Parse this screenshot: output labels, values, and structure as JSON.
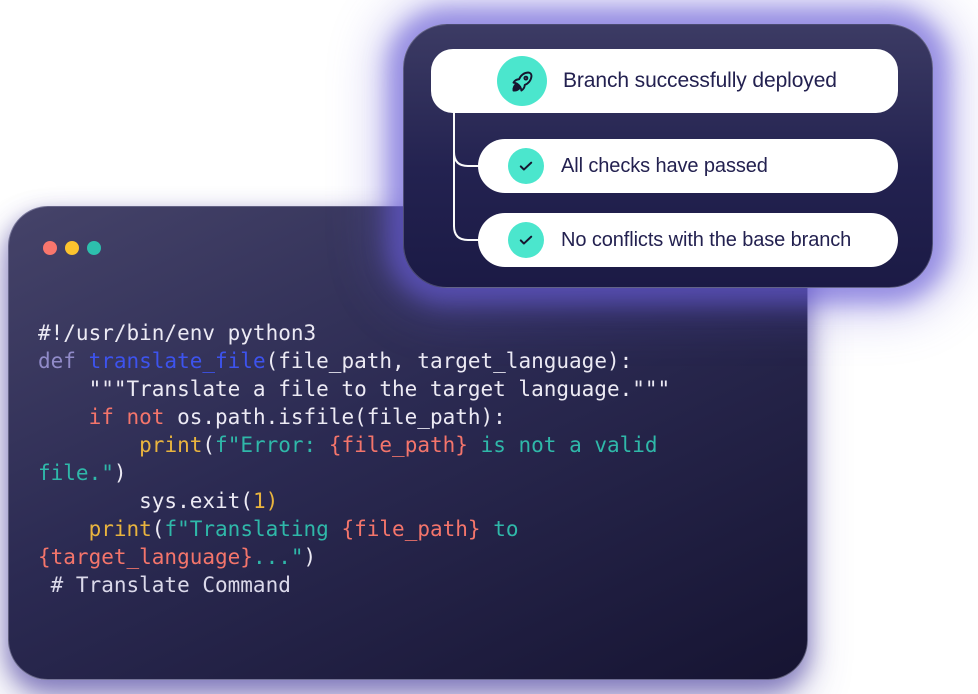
{
  "page": {
    "background": "#ffffff"
  },
  "status_panel": {
    "cards": [
      {
        "label": "Branch successfully deployed",
        "icon": "rocket-icon"
      },
      {
        "label": "All checks have passed",
        "icon": "check-icon"
      },
      {
        "label": "No conflicts with the base branch",
        "icon": "check-icon"
      }
    ],
    "colors": {
      "panel_top": "#3c3b64",
      "panel_bottom": "#1b1a45",
      "glow": "#685cd6",
      "card_bg": "#ffffff",
      "card_text": "#232150",
      "icon_bg": "#4be6cd",
      "icon_glyph": "#17152f",
      "connector": "#fafafa"
    }
  },
  "editor": {
    "traffic_lights": [
      {
        "name": "close",
        "color": "#f8766d"
      },
      {
        "name": "minimize",
        "color": "#fcc32e"
      },
      {
        "name": "zoom",
        "color": "#2dbfad"
      }
    ],
    "window_colors": {
      "top": "#454369",
      "mid": "#2b2a52",
      "bottom": "#161432"
    },
    "syntax_palette": {
      "plain": "#eceaf4",
      "keyword_def": "#918bc9",
      "function_name": "#3d53ee",
      "keyword_flow": "#f4756b",
      "builtin": "#e9b43e",
      "string": "#2fb8a9",
      "interpolation": "#f4756b",
      "number": "#e9b43e",
      "comment": "#dbd9ea"
    },
    "code_lines": [
      [
        {
          "t": "#!/usr/bin/env python3",
          "c": "plain"
        }
      ],
      [
        {
          "t": "def ",
          "c": "keyword_def"
        },
        {
          "t": "translate_file",
          "c": "function_name"
        },
        {
          "t": "(file_path, target_language):",
          "c": "plain"
        }
      ],
      [
        {
          "t": "    \"\"\"Translate a file to the target language.\"\"\"",
          "c": "plain"
        }
      ],
      [
        {
          "t": "    ",
          "c": "plain"
        },
        {
          "t": "if not",
          "c": "keyword_flow"
        },
        {
          "t": " os.path.isfile(file_path):",
          "c": "plain"
        }
      ],
      [
        {
          "t": "        ",
          "c": "plain"
        },
        {
          "t": "print",
          "c": "builtin"
        },
        {
          "t": "(",
          "c": "plain"
        },
        {
          "t": "f",
          "c": "string"
        },
        {
          "t": "\"Error: ",
          "c": "string"
        },
        {
          "t": "{file_path}",
          "c": "interpolation"
        },
        {
          "t": " is not a valid",
          "c": "string"
        }
      ],
      [
        {
          "t": "file.\"",
          "c": "string"
        },
        {
          "t": ")",
          "c": "plain"
        }
      ],
      [
        {
          "t": "        sys.exit(",
          "c": "plain"
        },
        {
          "t": "1)",
          "c": "number"
        }
      ],
      [
        {
          "t": "    ",
          "c": "plain"
        },
        {
          "t": "print",
          "c": "builtin"
        },
        {
          "t": "(",
          "c": "plain"
        },
        {
          "t": "f",
          "c": "string"
        },
        {
          "t": "\"Translating ",
          "c": "string"
        },
        {
          "t": "{file_path}",
          "c": "interpolation"
        },
        {
          "t": " to",
          "c": "string"
        }
      ],
      [
        {
          "t": "{target_language}",
          "c": "interpolation"
        },
        {
          "t": "...\"",
          "c": "string"
        },
        {
          "t": ")",
          "c": "plain"
        }
      ],
      [
        {
          "t": " # Translate Command",
          "c": "comment"
        }
      ]
    ]
  }
}
